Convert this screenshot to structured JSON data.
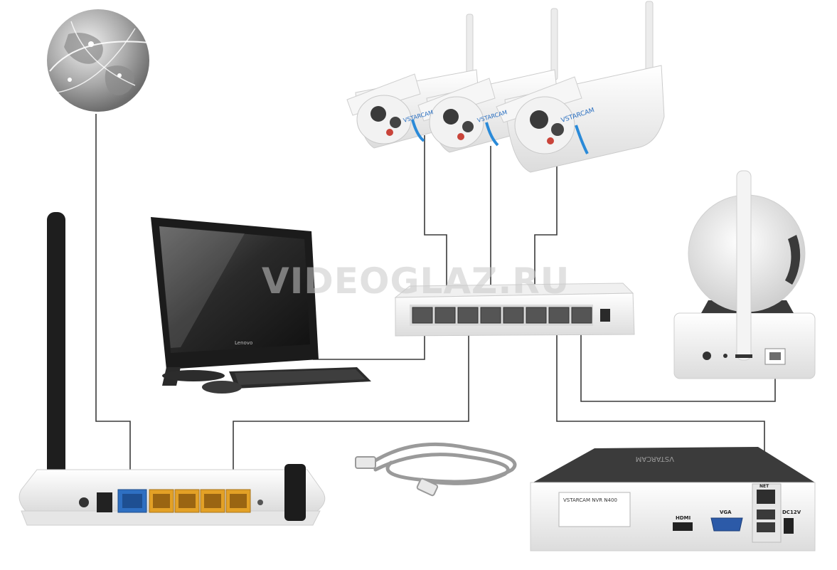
{
  "diagram": {
    "watermark": "VIDEOGLAZ.RU",
    "nodes": {
      "internet": {
        "icon": "globe-icon"
      },
      "router": {
        "icon": "wireless-router-icon"
      },
      "computer": {
        "icon": "all-in-one-computer-icon",
        "brand": "Lenovo"
      },
      "switch": {
        "icon": "network-switch-icon"
      },
      "cameras": {
        "icon": "bullet-camera-icon",
        "count": 3,
        "brand": "VSTARCAM"
      },
      "ptz_camera": {
        "icon": "ptz-camera-icon"
      },
      "cable": {
        "icon": "ethernet-cable-icon"
      },
      "nvr": {
        "icon": "nvr-recorder-icon",
        "model_label": "VSTARCAM NVR N400",
        "top_label": "VSTARCAM",
        "ports": {
          "hdmi": "HDMI",
          "vga": "VGA",
          "net": "NET",
          "dc": "DC12V"
        }
      }
    },
    "colors": {
      "wire": "#3a3a3a",
      "router_wan": "#2e6fc2",
      "router_lan": "#e3a126",
      "nvr_top": "#3b3b3b"
    }
  }
}
